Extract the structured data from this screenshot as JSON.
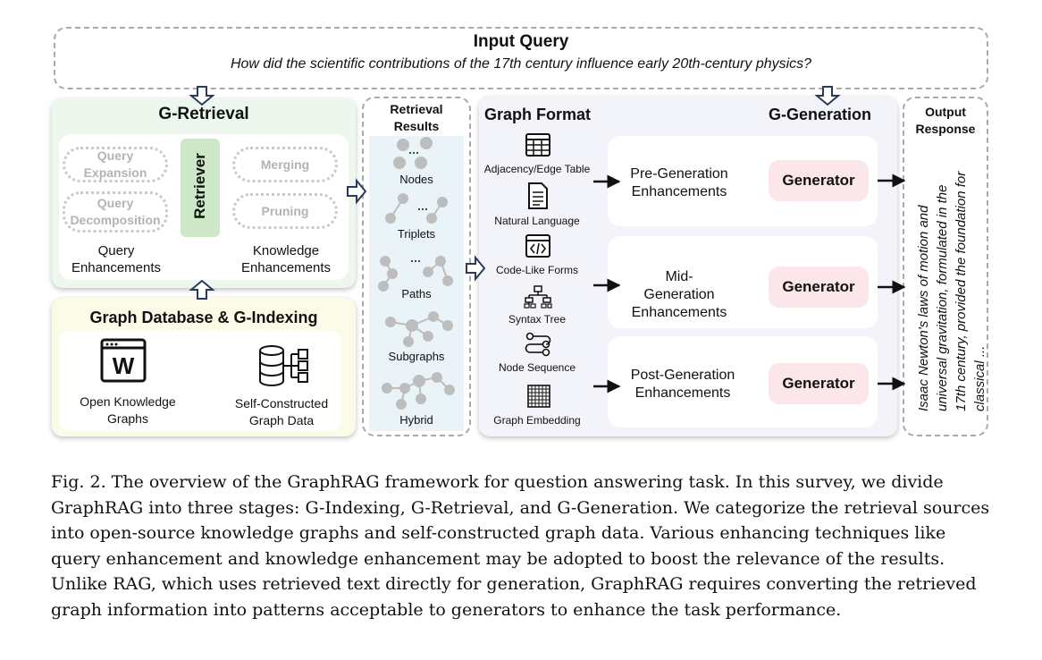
{
  "input_query": {
    "title": "Input Query",
    "question": "How did the scientific contributions of the 17th century influence early 20th-century physics?"
  },
  "g_retrieval": {
    "title": "G-Retrieval",
    "retriever": "Retriever",
    "query_items": [
      "Query Expansion",
      "Query Decomposition"
    ],
    "query_label": "Query Enhancements",
    "knowledge_items": [
      "Merging",
      "Pruning"
    ],
    "knowledge_label": "Knowledge Enhancements"
  },
  "graph_db": {
    "title": "Graph Database & G-Indexing",
    "open_kg": "Open Knowledge Graphs",
    "self_constructed": "Self-Constructed Graph Data",
    "wiki_letter": "W"
  },
  "retrieval_results": {
    "title": "Retrieval Results",
    "items": [
      "Nodes",
      "Triplets",
      "Paths",
      "Subgraphs",
      "Hybrid"
    ]
  },
  "graph_format": {
    "title": "Graph Format",
    "items": [
      "Adjacency/Edge Table",
      "Natural Language",
      "Code-Like Forms",
      "Syntax Tree",
      "Node Sequence",
      "Graph Embedding"
    ]
  },
  "g_generation": {
    "title": "G-Generation",
    "stages": [
      {
        "label": "Pre-Generation Enhancements",
        "generator": "Generator"
      },
      {
        "label": "Mid-Generation Enhancements",
        "generator": "Generator"
      },
      {
        "label": "Post-Generation Enhancements",
        "generator": "Generator"
      }
    ]
  },
  "output_response": {
    "title": "Output Response",
    "text": "Isaac Newton's laws of motion and universal gravitation, formulated in the 17th century, provided the foundation for classical ..."
  },
  "caption": "Fig. 2.  The overview of the GraphRAG framework for question answering task. In this survey, we divide GraphRAG into three stages: G-Indexing, G-Retrieval, and G-Generation. We categorize the retrieval sources into open-source knowledge graphs and self-constructed graph data. Various enhancing techniques like query enhancement and knowledge enhancement may be adopted to boost the relevance of the results. Unlike RAG, which uses retrieved text directly for generation, GraphRAG requires converting the retrieved graph information into patterns acceptable to generators to enhance the task performance.",
  "colors": {
    "retrieval_bg": "#eef7ee",
    "db_bg": "#fbfbe8",
    "generation_bg": "#f3f3fa",
    "results_bg": "#eaf4f8",
    "retriever_bg": "#cde8c6",
    "generator_bg": "#fbe6ea",
    "node_gray": "#bdbdbd"
  }
}
